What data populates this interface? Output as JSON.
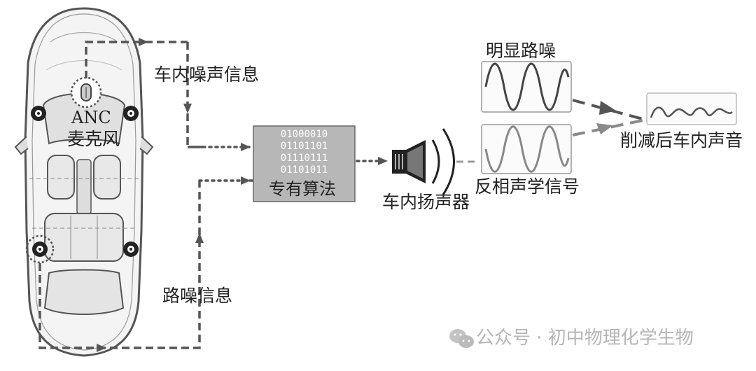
{
  "labels": {
    "cabin_noise_info": "车内噪声信息",
    "anc_line1": "ANC",
    "anc_line2": "麦克风",
    "algorithm": "专有算法",
    "speaker": "车内扬声器",
    "road_noise_info": "路噪信息",
    "obvious_road_noise": "明显路噪",
    "anti_phase_signal": "反相声学信号",
    "reduced_sound": "削减后车内声音"
  },
  "binary_lines": [
    "01000010",
    "01101101",
    "01110111",
    "01101011"
  ],
  "watermark": {
    "icon": "wechat-icon",
    "text": "公众号 · 初中物理化学生物"
  },
  "colors": {
    "line_dark": "#555555",
    "line_gray": "#8a8a8a",
    "box_fill": "#b7b7b7",
    "wave_dark": "#444444",
    "wave_gray": "#888888",
    "text": "#222222",
    "watermark": "#b5b5b5"
  }
}
